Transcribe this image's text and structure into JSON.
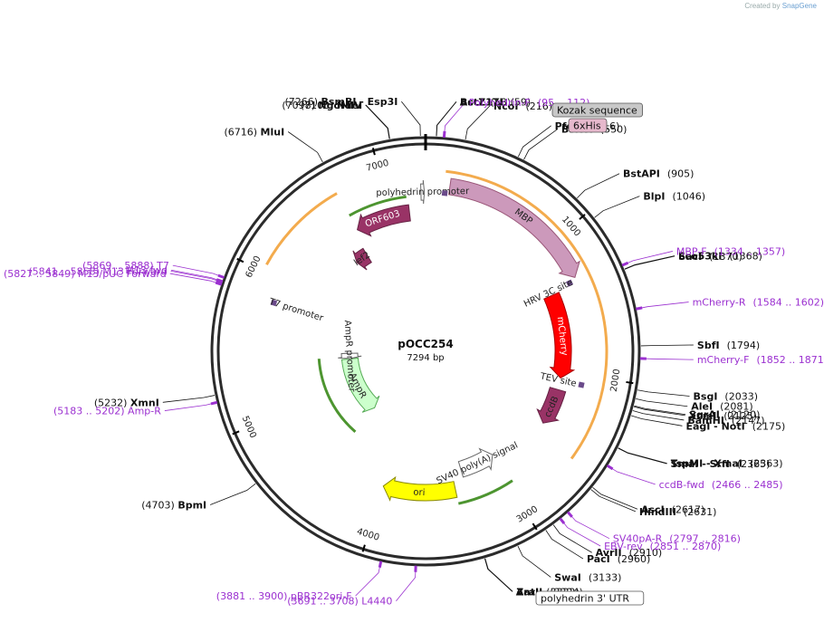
{
  "credit": {
    "prefix": "Created by",
    "brand": "SnapGene"
  },
  "plasmid": {
    "name": "pOCC254",
    "size": "7294 bp",
    "length": 7294
  },
  "colors": {
    "backbone": "#2b2b2b",
    "primer": "#9b30d0",
    "enzyme_text": "#111111",
    "orange_arc": "#f2a23a",
    "green_arc": "#3a8a1a"
  },
  "ticks": [
    {
      "pos": 1000,
      "label": "1000"
    },
    {
      "pos": 2000,
      "label": "2000"
    },
    {
      "pos": 3000,
      "label": "3000"
    },
    {
      "pos": 4000,
      "label": "4000"
    },
    {
      "pos": 5000,
      "label": "5000"
    },
    {
      "pos": 6000,
      "label": "6000"
    },
    {
      "pos": 7000,
      "label": "7000"
    }
  ],
  "features": [
    {
      "name": "MBP",
      "start": 170,
      "end": 1290,
      "dir": 1,
      "fill": "#cc99bb",
      "stroke": "#995577",
      "textColor": "#222222"
    },
    {
      "name": "mCherry",
      "start": 1340,
      "end": 2050,
      "dir": 1,
      "fill": "#ff0000",
      "stroke": "#aa0000",
      "textColor": "#ffffff"
    },
    {
      "name": "ccdB",
      "start": 2150,
      "end": 2460,
      "dir": 1,
      "fill": "#993366",
      "stroke": "#662244",
      "textColor": "#222222"
    },
    {
      "name": "ori",
      "start": 3400,
      "end": 4000,
      "dir": 1,
      "fill": "#ffff00",
      "stroke": "#888800",
      "textColor": "#222222"
    },
    {
      "name": "AmpR",
      "start": 4500,
      "end": 5355,
      "dir": -1,
      "fill": "#ccffcc",
      "stroke": "#55aa55",
      "textColor": "#222222"
    },
    {
      "name": "ORF603",
      "start": 6700,
      "end": 7160,
      "dir": -1,
      "fill": "#993366",
      "stroke": "#662244",
      "textColor": "#ffffff"
    },
    {
      "name": "lef2",
      "start": 6530,
      "end": 6660,
      "dir": -1,
      "fill": "#993366",
      "stroke": "#662244",
      "textColor": "#222222"
    },
    {
      "name": "SV40 poly(A) signal",
      "start": 2980,
      "end": 3310,
      "dir": -1,
      "fill": "#ffffff",
      "stroke": "#666666",
      "textColor": "#222222"
    },
    {
      "name": "AmpR promoter",
      "start": 5360,
      "end": 5440,
      "dir": -1,
      "fill": "#ffffff",
      "stroke": "#666666",
      "textColor": "#222222"
    },
    {
      "name": "polyhedrin promoter",
      "start": 7260,
      "end": 7285,
      "dir": 1,
      "fill": "#ffffff",
      "stroke": "#666666",
      "textColor": "#222222"
    }
  ],
  "small_features": [
    {
      "name": "HRV 3C site",
      "pos": 1310,
      "fill": "#c0c0c0"
    },
    {
      "name": "TEV site",
      "pos": 2070,
      "fill": "#c0c0c0"
    },
    {
      "name": "T7 promoter",
      "pos": 5830,
      "fill": "#c0c0c0"
    },
    {
      "name": "6xHis",
      "pos": 140,
      "fill": "#c0c0c0"
    }
  ],
  "enzymes": [
    {
      "name": "AccI",
      "pos": 58,
      "label": "AccI",
      "num": "(58)"
    },
    {
      "name": "BstZ17I",
      "pos": 59,
      "label": "BstZ17I",
      "num": "(59)"
    },
    {
      "name": "NcoI",
      "pos": 216,
      "label": "NcoI",
      "num": "(216)"
    },
    {
      "name": "PfoI",
      "pos": 516,
      "label": "PfoI *",
      "num": "(516)"
    },
    {
      "name": "BsiWI",
      "pos": 550,
      "label": "BsiWI",
      "num": "(550)"
    },
    {
      "name": "BstAPI",
      "pos": 905,
      "label": "BstAPI",
      "num": "(905)"
    },
    {
      "name": "BlpI",
      "pos": 1046,
      "label": "BlpI",
      "num": "(1046)"
    },
    {
      "name": "Eco53kI",
      "pos": 1368,
      "label": "Eco53kI",
      "num": "(1368)"
    },
    {
      "name": "SacI",
      "pos": 1370,
      "label": "SacI",
      "num": "(1370)"
    },
    {
      "name": "SbfI",
      "pos": 1794,
      "label": "SbfI",
      "num": "(1794)"
    },
    {
      "name": "BsgI",
      "pos": 2033,
      "label": "BsgI",
      "num": "(2033)"
    },
    {
      "name": "AleI",
      "pos": 2081,
      "label": "AleI",
      "num": "(2081)"
    },
    {
      "name": "SgrAI",
      "pos": 2120,
      "label": "SgrAI",
      "num": "(2120)"
    },
    {
      "name": "XcmI",
      "pos": 2125,
      "label": "XcmI",
      "num": "(2125)"
    },
    {
      "name": "BamHI",
      "pos": 2147,
      "label": "BamHI",
      "num": "(2147)"
    },
    {
      "name": "EagI-NotI",
      "pos": 2175,
      "label": "EagI  - NotI",
      "num": "(2175)"
    },
    {
      "name": "TspMI-XmaI",
      "pos": 2363,
      "label": "TspMI  - XmaI",
      "num": "(2363)"
    },
    {
      "name": "SmaI-SrfI",
      "pos": 2365,
      "label": "SmaI  - SrfI",
      "num": "(2365)"
    },
    {
      "name": "AscI",
      "pos": 2617,
      "label": "AscI",
      "num": "(2617)"
    },
    {
      "name": "HindIII",
      "pos": 2631,
      "label": "HindIII",
      "num": "(2631)"
    },
    {
      "name": "AvrII",
      "pos": 2910,
      "label": "AvrII",
      "num": "(2910)"
    },
    {
      "name": "PacI",
      "pos": 2960,
      "label": "PacI",
      "num": "(2960)"
    },
    {
      "name": "SwaI",
      "pos": 3133,
      "label": "SwaI",
      "num": "(3133)"
    },
    {
      "name": "ZraI",
      "pos": 3322,
      "label": "ZraI",
      "num": "(3322)"
    },
    {
      "name": "AatII",
      "pos": 3324,
      "label": "AatII",
      "num": "(3324)"
    },
    {
      "name": "BpmI",
      "pos": 4703,
      "label": "BpmI",
      "num": "(4703)"
    },
    {
      "name": "XmnI",
      "pos": 5232,
      "label": "XmnI",
      "num": "(5232)"
    },
    {
      "name": "MluI",
      "pos": 6716,
      "label": "MluI",
      "num": "(6716)"
    },
    {
      "name": "NgoMIV",
      "pos": 7098,
      "label": "NgoMIV",
      "num": "(7098)"
    },
    {
      "name": "NaeI",
      "pos": 7100,
      "label": "NaeI",
      "num": "(7100)"
    },
    {
      "name": "BsmBI-Esp3I",
      "pos": 7266,
      "label": "BsmBI  - Esp3I",
      "num": "(7266)"
    }
  ],
  "primers": [
    {
      "name": "Polyhedrin-F",
      "range": "(95 .. 112)",
      "pos": 100
    },
    {
      "name": "MBP-F",
      "range": "(1334 .. 1357)",
      "pos": 1345
    },
    {
      "name": "mCherry-R",
      "range": "(1584 .. 1602)",
      "pos": 1593
    },
    {
      "name": "mCherry-F",
      "range": "(1852 .. 1871)",
      "pos": 1862
    },
    {
      "name": "ccdB-fwd",
      "range": "(2466 .. 2485)",
      "pos": 2475
    },
    {
      "name": "SV40pA-R",
      "range": "(2797 .. 2816)",
      "pos": 2806
    },
    {
      "name": "EBV-rev",
      "range": "(2851 .. 2870)",
      "pos": 2860
    },
    {
      "name": "L4440",
      "range": "(3691 .. 3708)",
      "pos": 3700
    },
    {
      "name": "pBR322ori-F",
      "range": "(3881 .. 3900)",
      "pos": 3890
    },
    {
      "name": "Amp-R",
      "range": "(5183 .. 5202)",
      "pos": 5192
    },
    {
      "name": "M13/pUC Forward",
      "range": "(5827 .. 5849)",
      "pos": 5838
    },
    {
      "name": "M13 Forward",
      "range": "(5841 .. 5858)",
      "pos": 5850
    },
    {
      "name": "M13 fwd",
      "range": "",
      "pos": 5855
    },
    {
      "name": "T7",
      "range": "(5869 .. 5888)",
      "pos": 5878
    }
  ],
  "boxed_labels": [
    {
      "name": "Kozak sequence",
      "fill": "#c8c8c8"
    },
    {
      "name": "6xHis",
      "fill": "#e6b8cc"
    },
    {
      "name": "polyhedrin 3' UTR",
      "fill": "#ffffff"
    }
  ]
}
